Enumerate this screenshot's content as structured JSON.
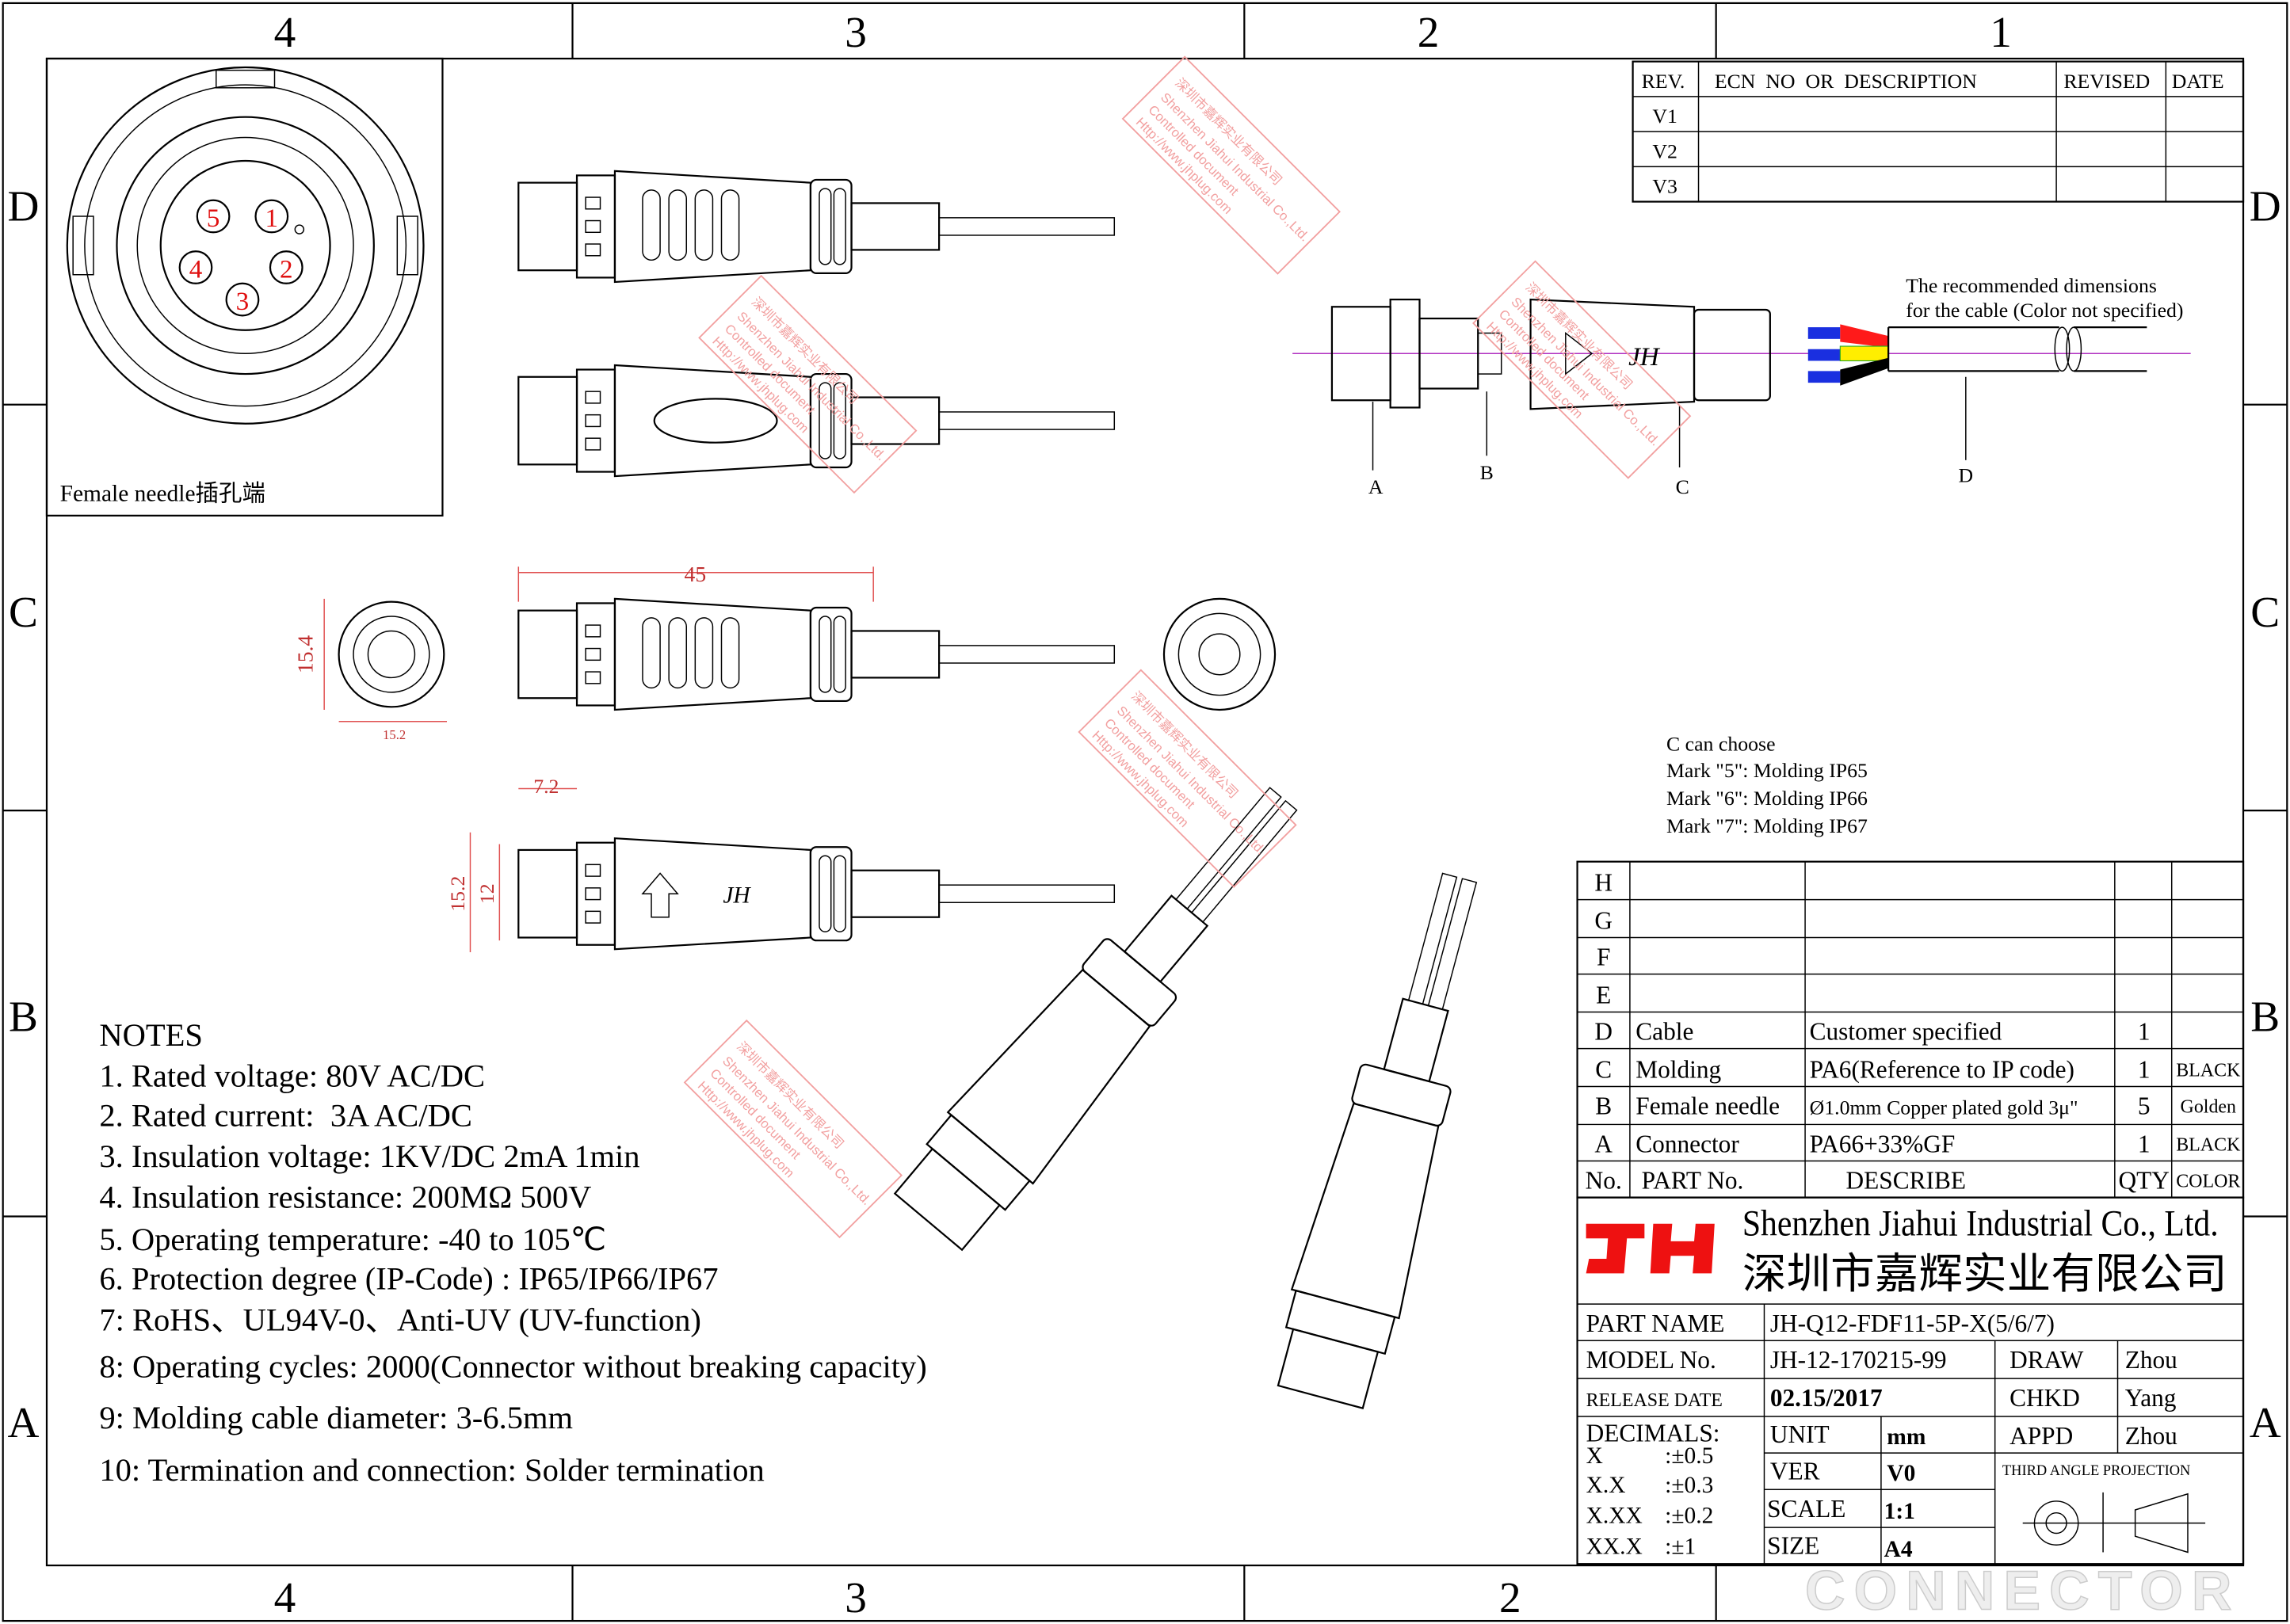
{
  "zones": {
    "columns_top": [
      "4",
      "3",
      "2",
      "1"
    ],
    "columns_bottom": [
      "4",
      "3",
      "2"
    ],
    "rows": [
      "D",
      "C",
      "B",
      "A"
    ]
  },
  "revision_table": {
    "headers": [
      "REV.",
      "ECN  NO  OR  DESCRIPTION",
      "REVISED",
      "DATE"
    ],
    "rows": [
      "V1",
      "V2",
      "V3"
    ]
  },
  "female_view": {
    "label": "Female needle插孔端",
    "pins": [
      "5",
      "1",
      "4",
      "2",
      "3"
    ]
  },
  "dimensions": {
    "length": "45",
    "face_h": "15.4",
    "face_w": "15.2",
    "side_len": "7.2",
    "side_h1": "15.2",
    "side_h2": "12"
  },
  "exploded": {
    "callouts": [
      "A",
      "B",
      "C",
      "D"
    ],
    "cable_note_1": "The recommended dimensions",
    "cable_note_2": "for the cable (Color not specified)",
    "wire_colors": {
      "red": "#ff1a1a",
      "yellow": "#ffee00",
      "black": "#000000",
      "blue": "#1a2fe0"
    }
  },
  "molding_options": [
    "C can choose",
    "Mark \"5\": Molding IP65",
    "Mark \"6\": Molding IP66",
    "Mark \"7\": Molding IP67"
  ],
  "notes": {
    "title": "NOTES",
    "items": [
      "1. Rated voltage: 80V AC/DC",
      "2. Rated current:  3A AC/DC",
      "3. Insulation voltage: 1KV/DC 2mA 1min",
      "4. Insulation resistance: 200MΩ 500V",
      "5. Operating temperature: -40 to 105℃",
      "6. Protection degree (IP-Code) : IP65/IP66/IP67",
      "7: RoHS、UL94V-0、Anti-UV (UV-function)",
      "8: Operating cycles: 2000(Connector without breaking capacity)",
      "9: Molding cable diameter: 3-6.5mm",
      "10: Termination and connection: Solder termination"
    ]
  },
  "bom": {
    "empty_rows": [
      "H",
      "G",
      "F",
      "E"
    ],
    "rows": [
      {
        "no": "D",
        "part": "Cable",
        "describe": "Customer specified",
        "qty": "1",
        "color": ""
      },
      {
        "no": "C",
        "part": "Molding",
        "describe": "PA6(Reference to IP code)",
        "qty": "1",
        "color": "BLACK"
      },
      {
        "no": "B",
        "part": "Female needle",
        "describe": "Ø1.0mm Copper plated gold 3μ\"",
        "qty": "5",
        "color": "Golden"
      },
      {
        "no": "A",
        "part": "Connector",
        "describe": "PA66+33%GF",
        "qty": "1",
        "color": "BLACK"
      }
    ],
    "headers": {
      "no": "No.",
      "part": "PART No.",
      "describe": "DESCRIBE",
      "qty": "QTY",
      "color": "COLOR"
    }
  },
  "title_block": {
    "logo": "JH",
    "logo_color": "#ee1111",
    "company_en": "Shenzhen Jiahui Industrial Co., Ltd.",
    "company_cn": "深圳市嘉辉实业有限公司",
    "part_name_label": "PART NAME",
    "part_name": "JH-Q12-FDF11-5P-X(5/6/7)",
    "model_label": "MODEL No.",
    "model": "JH-12-170215-99",
    "release_label": "RELEASE DATE",
    "release": "02.15/2017",
    "draw_label": "DRAW",
    "draw": "Zhou",
    "chkd_label": "CHKD",
    "chkd": "Yang",
    "appd_label": "APPD",
    "appd": "Zhou",
    "decimals_label": "DECIMALS:",
    "decimals": [
      {
        "k": "X",
        "v": ":±0.5"
      },
      {
        "k": "X.X",
        "v": ":±0.3"
      },
      {
        "k": "X.XX",
        "v": ":±0.2"
      },
      {
        "k": "XX.X",
        "v": ":±1"
      }
    ],
    "unit_label": "UNIT",
    "unit": "mm",
    "ver_label": "VER",
    "ver": "V0",
    "scale_label": "SCALE",
    "scale": "1:1",
    "size_label": "SIZE",
    "size": "A4",
    "projection": "THIRD ANGLE PROJECTION"
  },
  "watermark": {
    "line1": "深圳市嘉辉实业有限公司",
    "line2": "Shenzhen Jiahui Industrial Co.,Ltd.",
    "line3": "Controlled document",
    "line4": "Http://www.jhplug.com",
    "footer_logo": "CONNECTOR"
  }
}
